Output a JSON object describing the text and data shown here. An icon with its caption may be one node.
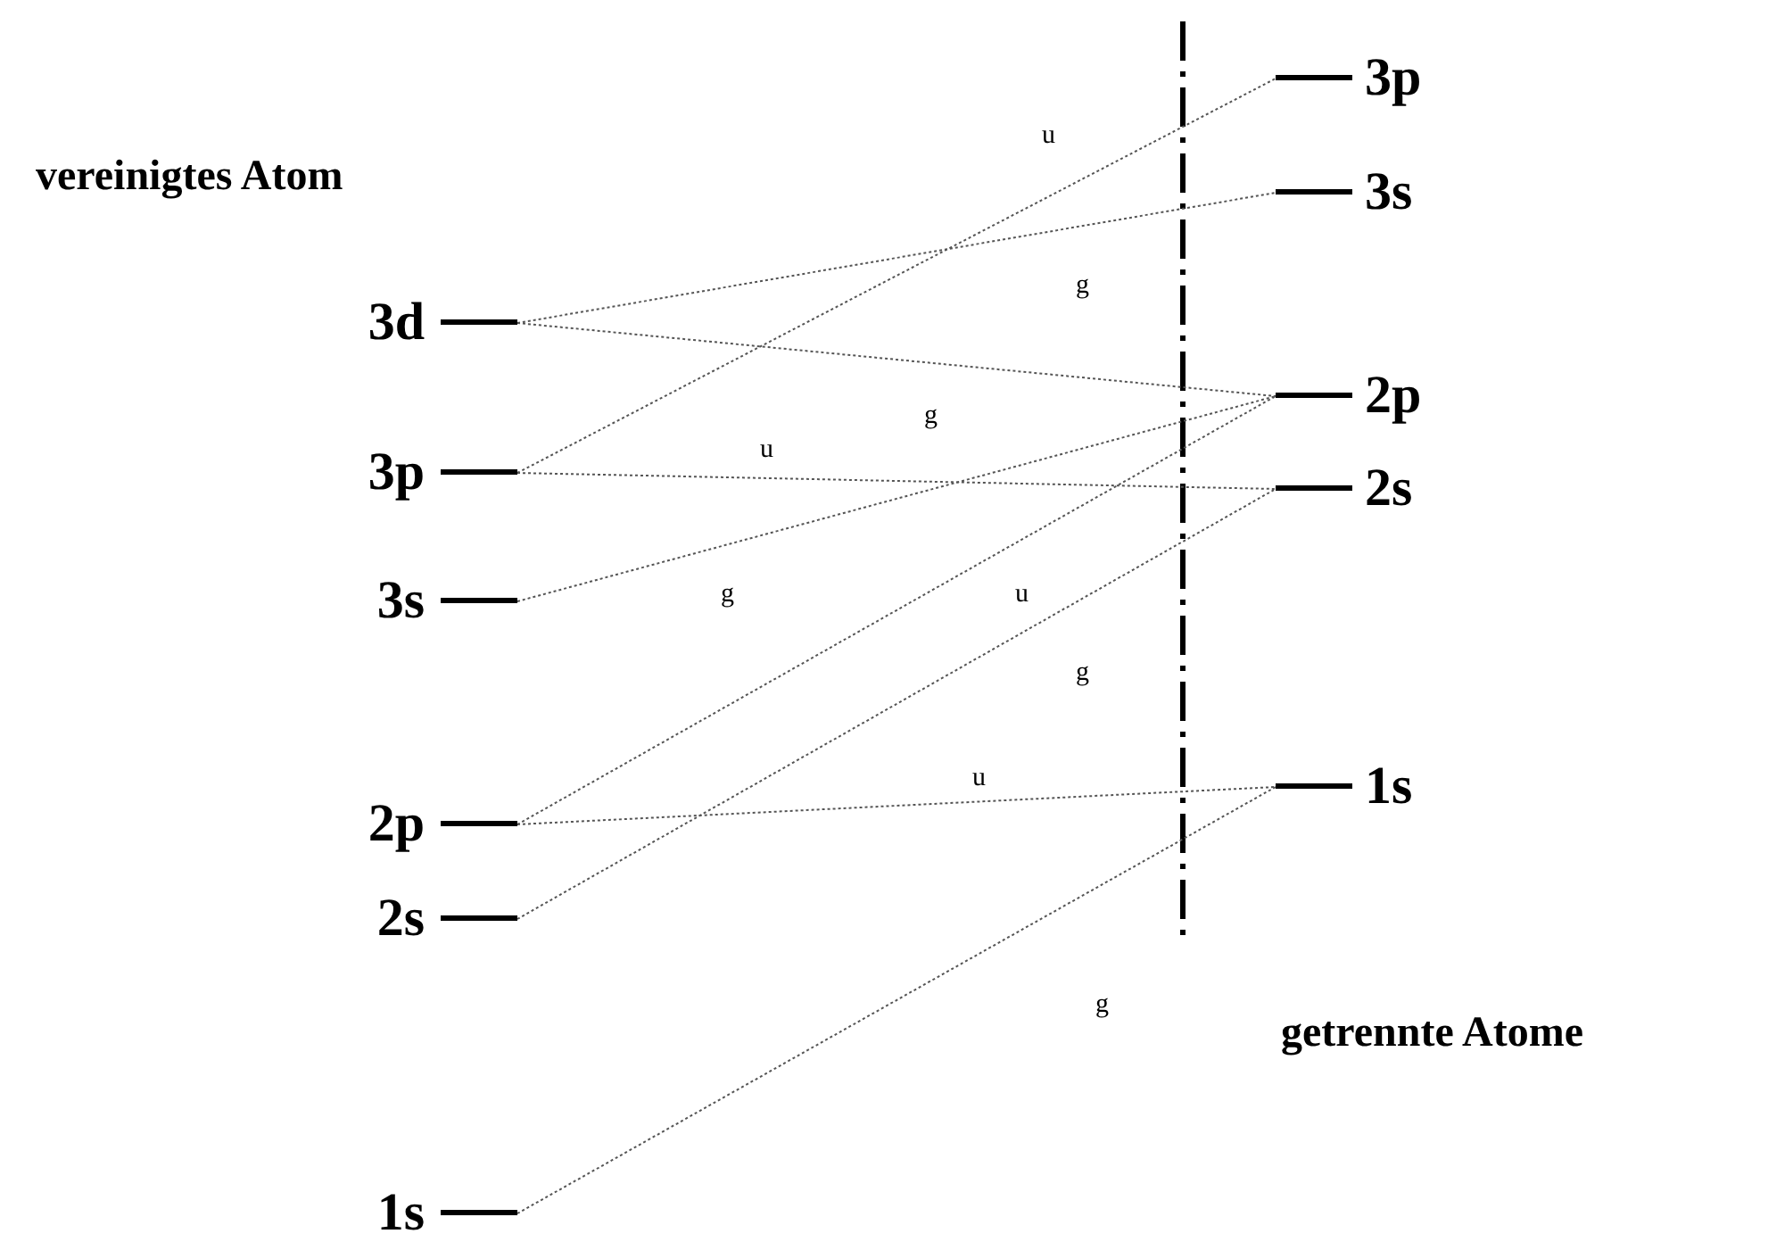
{
  "diagram": {
    "nodes": [
      {
        "text": [
          "3d"
        ]
      },
      {
        "text": [
          "3p"
        ]
      },
      {
        "text": [
          "3s"
        ]
      },
      {
        "text": [
          "2p"
        ]
      },
      {
        "text": [
          "2s"
        ]
      },
      {
        "text": [
          "1s"
        ]
      },
      {
        "text": [
          "3p"
        ]
      },
      {
        "text": [
          "3s"
        ]
      },
      {
        "text": [
          "2p"
        ]
      },
      {
        "text": [
          "2s"
        ]
      },
      {
        "text": [
          "1s"
        ]
      }
    ],
    "edges": [
      {
        "from": 0,
        "to": 7,
        "arrow": "none"
      },
      {
        "from": 0,
        "to": 8,
        "arrow": "none"
      },
      {
        "from": 1,
        "to": 6,
        "arrow": "none"
      },
      {
        "from": 1,
        "to": 9,
        "arrow": "none"
      },
      {
        "from": 2,
        "to": 8,
        "arrow": "none"
      },
      {
        "from": 3,
        "to": 8,
        "arrow": "none"
      },
      {
        "from": 3,
        "to": 10,
        "arrow": "none"
      },
      {
        "from": 4,
        "to": 9,
        "arrow": "none"
      },
      {
        "from": 5,
        "to": 10,
        "arrow": "none"
      }
    ],
    "labels": [
      "u",
      "vereinigtes Atom",
      "g",
      "g",
      "u",
      "g",
      "u",
      "g",
      "u",
      "g",
      "getrennte Atome"
    ]
  }
}
